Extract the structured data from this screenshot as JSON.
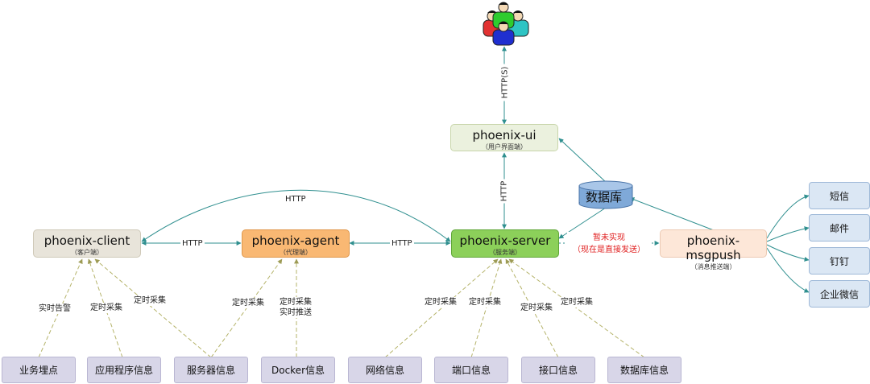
{
  "nodes": {
    "ui": {
      "title": "phoenix-ui",
      "sub": "（用户界面端）"
    },
    "client": {
      "title": "phoenix-client",
      "sub": "（客户端）"
    },
    "agent": {
      "title": "phoenix-agent",
      "sub": "（代理端）"
    },
    "server": {
      "title": "phoenix-server",
      "sub": "（服务端）"
    },
    "msgpush": {
      "title": "phoenix-msgpush",
      "sub": "（消息推送端）"
    },
    "database": {
      "label": "数据库"
    }
  },
  "sources": [
    "业务埋点",
    "应用程序信息",
    "服务器信息",
    "Docker信息",
    "网络信息",
    "端口信息",
    "接口信息",
    "数据库信息"
  ],
  "channels": [
    "短信",
    "邮件",
    "钉钉",
    "企业微信"
  ],
  "edge_labels": {
    "https": "HTTP(S)",
    "http_ui_server": "HTTP",
    "http_arc": "HTTP",
    "http_client_agent": "HTTP",
    "http_agent_server": "HTTP",
    "not_impl_1": "暂未实现",
    "not_impl_2": "（现在是直接发送）",
    "realtime_alarm": "实时告警",
    "timed_collect": "定时采集",
    "realtime_push": "实时推送"
  },
  "colors": {
    "ui": "#ebf1de",
    "client": "#e8e4da",
    "agent": "#f9b873",
    "server": "#8cd05a",
    "msgpush": "#fde7d8",
    "arrow": "#2f8f8f",
    "dashed": "#b5b36a"
  }
}
